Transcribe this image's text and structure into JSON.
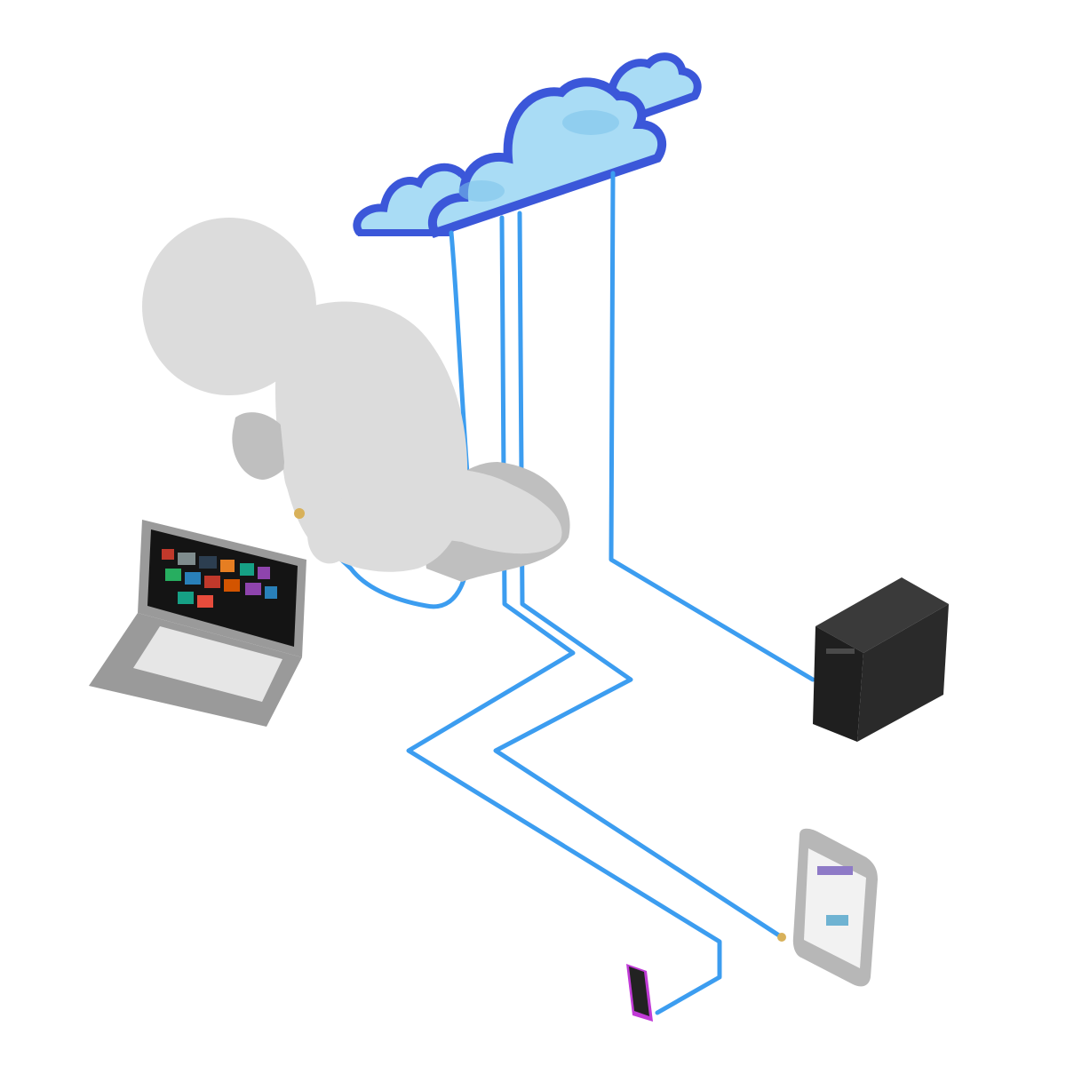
{
  "colors": {
    "background": "#ffffff",
    "cloud_fill": "#a9dcf5",
    "cloud_edge": "#3b57d9",
    "cable": "#3c9df0",
    "figure": "#dcdcdc",
    "figure_shade": "#bfbfbf",
    "laptop_body": "#9a9a9a",
    "laptop_screen": "#141414",
    "tower": "#1f1f1f",
    "tablet_frame": "#b7b7b7",
    "phone_body": "#222222",
    "phone_accent": "#c03ad6",
    "connector": "#d8b15a"
  },
  "icons": {
    "person": "3d-person-figure",
    "laptop": "laptop-computer",
    "desktop": "desktop-tower",
    "tablet": "tablet-device",
    "phone": "smartphone",
    "cloud": "cloud"
  }
}
